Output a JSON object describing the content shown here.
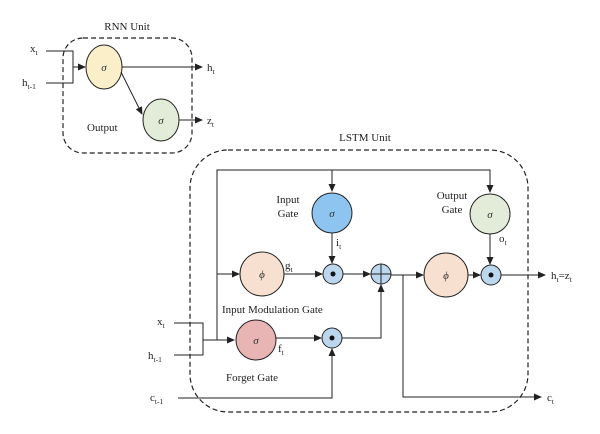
{
  "rnn": {
    "title": "RNN Unit",
    "output_label": "Output",
    "inputs": [
      {
        "base": "x",
        "sub": "t"
      },
      {
        "base": "h",
        "sub": "t-1"
      }
    ],
    "outputs": [
      {
        "base": "h",
        "sub": "t"
      },
      {
        "base": "z",
        "sub": "t"
      }
    ],
    "hidden_node": {
      "symbol": "σ",
      "color": "#fbefc9"
    },
    "output_node": {
      "symbol": "σ",
      "color": "#e2ecd9"
    }
  },
  "lstm": {
    "title": "LSTM Unit",
    "inputs": [
      {
        "base": "x",
        "sub": "t"
      },
      {
        "base": "h",
        "sub": "t-1"
      },
      {
        "base": "c",
        "sub": "t-1"
      }
    ],
    "input_gate": {
      "label_line1": "Input",
      "label_line2": "Gate",
      "symbol": "σ",
      "signal": {
        "base": "i",
        "sub": "t"
      },
      "color": "#8ec5f0"
    },
    "output_gate": {
      "label_line1": "Output",
      "label_line2": "Gate",
      "symbol": "σ",
      "signal": {
        "base": "o",
        "sub": "t"
      },
      "color": "#e2ecd9"
    },
    "modulation_gate": {
      "label": "Input Modulation Gate",
      "symbol": "ϕ",
      "signal": {
        "base": "g",
        "sub": "t"
      },
      "color": "#f8e0d0"
    },
    "forget_gate": {
      "label": "Forget Gate",
      "symbol": "σ",
      "signal": {
        "base": "f",
        "sub": "t"
      },
      "color": "#e8b4b4"
    },
    "cell_activation": {
      "symbol": "ϕ",
      "color": "#f8e0d0"
    },
    "operator_color": "#bcd6ee",
    "outputs": {
      "hidden": {
        "base": "h",
        "sub": "t",
        "suffix": "=z",
        "suffix_sub": "t"
      },
      "cell": {
        "base": "c",
        "sub": "t"
      }
    }
  }
}
